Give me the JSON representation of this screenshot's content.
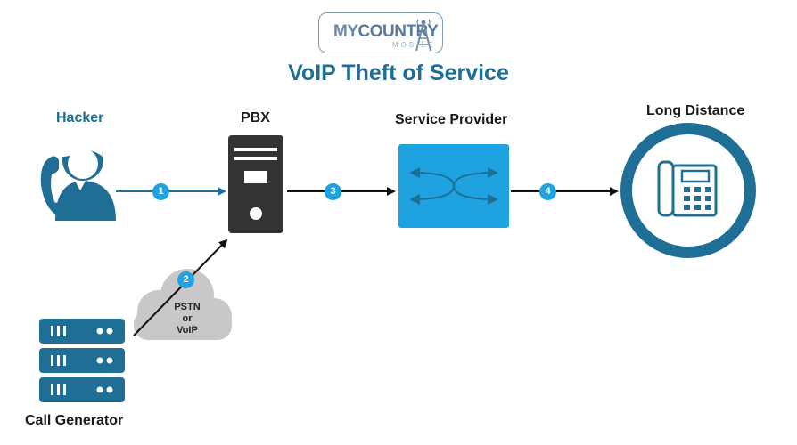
{
  "logo": {
    "text_1": "MY",
    "text_2": "COUNTRY",
    "sub": "MOBILE"
  },
  "title": "VoIP Theft of Service",
  "nodes": {
    "hacker": "Hacker",
    "pbx": "PBX",
    "provider": "Service Provider",
    "long_distance": "Long Distance",
    "call_generator": "Call Generator"
  },
  "cloud": {
    "line1": "PSTN",
    "line2": "or",
    "line3": "VoIP"
  },
  "steps": [
    "1",
    "2",
    "3",
    "4"
  ],
  "colors": {
    "accent_dark": "#1e6e96",
    "accent_light": "#1fa3e0",
    "pbx": "#333333",
    "cloud": "#c8c8c8"
  }
}
